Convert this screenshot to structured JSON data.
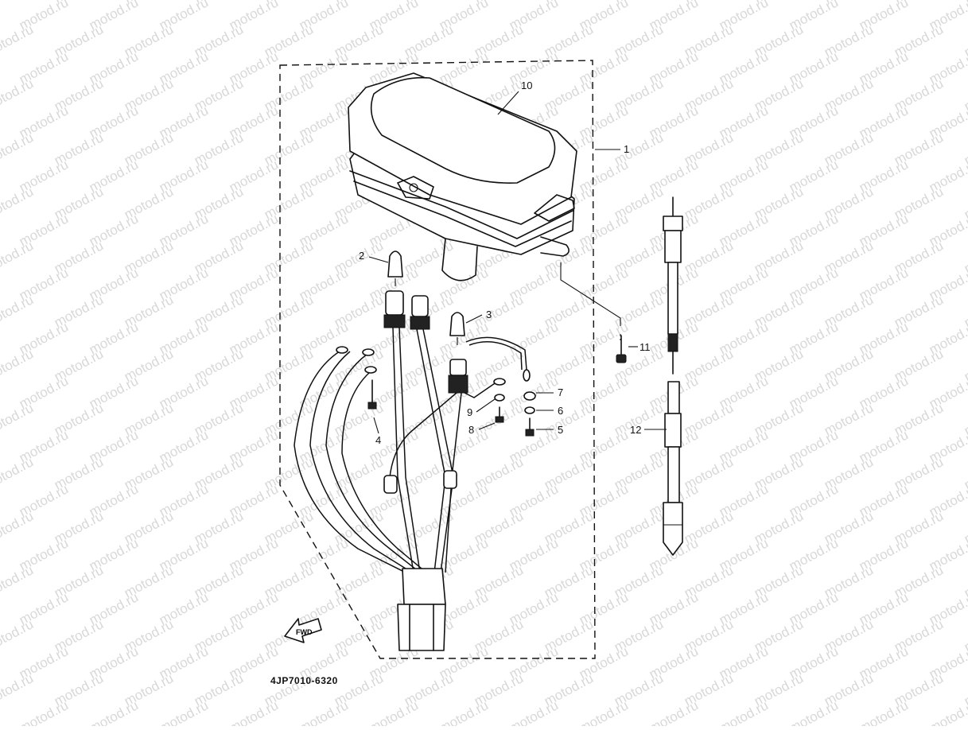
{
  "watermark": "motod.ru",
  "part_code": "4JP7010-6320",
  "fwd_label": "FWD",
  "callouts": [
    "1",
    "2",
    "3",
    "4",
    "5",
    "6",
    "7",
    "8",
    "9",
    "10",
    "11",
    "12"
  ]
}
